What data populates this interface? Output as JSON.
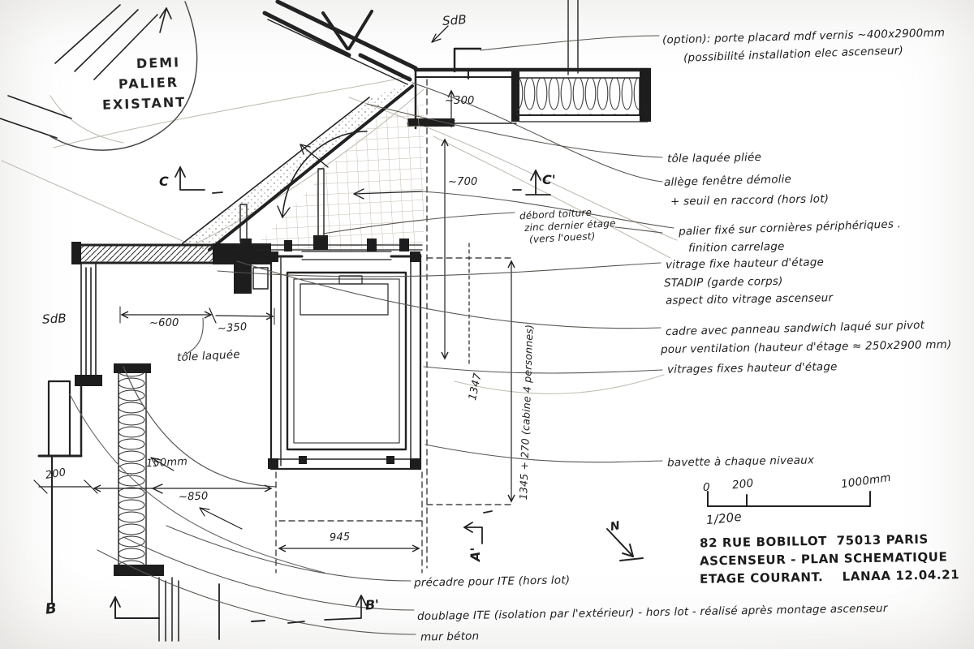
{
  "labels": {
    "demi_1": "DEMI",
    "demi_2": "PALIER",
    "demi_3": "EXISTANT",
    "sdb_top": "SdB",
    "sdb_left": "SdB",
    "tole_laquee": "tôle laquée"
  },
  "option_note": {
    "line1": "(option): porte placard mdf vernis ~400x2900mm",
    "line2": "(possibilité installation elec ascenseur)"
  },
  "right_notes": {
    "tole_pliee": "tôle laquée pliée",
    "allege_1": "allège fenêtre démolie",
    "allege_2": "+ seuil en raccord (hors lot)",
    "palier_1": "palier fixé sur cornières périphériques .",
    "palier_2": "finition carrelage",
    "vitrage_1": "vitrage fixe hauteur d'étage",
    "vitrage_2": "STADIP (garde corps)",
    "vitrage_3": "aspect dito vitrage ascenseur",
    "cadre_1": "cadre avec panneau sandwich laqué sur pivot",
    "cadre_2": "pour ventilation (hauteur d'étage ≈ 250x2900 mm)",
    "vitrages_fixes": "vitrages fixes hauteur d'étage",
    "bavette": "bavette à chaque niveaux"
  },
  "mid_notes": {
    "debord_1": "débord toiture",
    "debord_2": "zinc dernier étage",
    "debord_3": "(vers l'ouest)"
  },
  "bottom_notes": {
    "precadre": "précadre pour ITE (hors lot)",
    "doublage": "doublage ITE (isolation par l'extérieur) - hors lot - réalisé après montage ascenseur",
    "mur": "mur béton"
  },
  "dimensions": {
    "d300": "~300",
    "d700": "~700",
    "d600": "~600",
    "d350": "~350",
    "d150": "150mm",
    "d200": "200",
    "d850": "~850",
    "d945": "945",
    "d1347": "1347",
    "d1345": "1345 + 270 (cabine 4 personnes)"
  },
  "section_markers": {
    "c": "C",
    "c_prime": "C'",
    "a_prime": "A'",
    "b": "B",
    "b_prime": "B'"
  },
  "north_label": "N",
  "scale_bar": {
    "start": "0",
    "mid": "200",
    "end": "1000mm",
    "ratio": "1/20e"
  },
  "title_block": {
    "line1": "82 RUE BOBILLOT  75013 PARIS",
    "line2": "ASCENSEUR - PLAN SCHEMATIQUE",
    "line3": "ETAGE COURANT.    LANAA 12.04.21"
  }
}
